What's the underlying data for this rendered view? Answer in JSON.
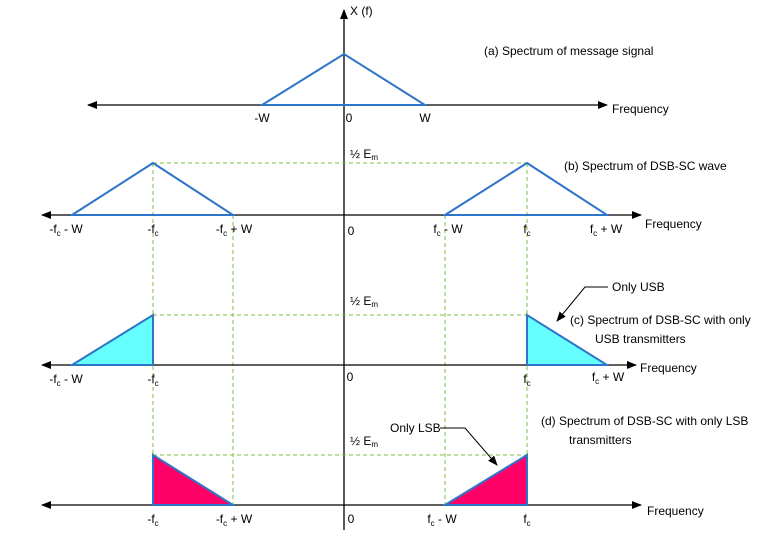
{
  "y_axis_label": "X (f)",
  "panels": {
    "a": {
      "caption": "(a)  Spectrum of message signal",
      "freq_label": "Frequency",
      "ticks": {
        "neg_w": "-W",
        "zero": "0",
        "w": "W"
      }
    },
    "b": {
      "caption": "(b)  Spectrum of DSB-SC wave",
      "freq_label": "Frequency",
      "amp_label": "½ E",
      "amp_sub": "m",
      "ticks": {
        "neg_fc_minus_w": {
          "pre": "-f",
          "sub": "c",
          "post": " - W"
        },
        "neg_fc": {
          "pre": "-f",
          "sub": "c",
          "post": ""
        },
        "neg_fc_plus_w": {
          "pre": "-f",
          "sub": "c",
          "post": " + W"
        },
        "zero": "0",
        "fc_minus_w": {
          "pre": "f",
          "sub": "c",
          "post": " - W"
        },
        "fc": {
          "pre": "f",
          "sub": "c",
          "post": ""
        },
        "fc_plus_w": {
          "pre": "f",
          "sub": "c",
          "post": " + W"
        }
      }
    },
    "c": {
      "caption_line1": "(c)  Spectrum of DSB-SC with only",
      "caption_line2": "USB transmitters",
      "callout": "Only USB",
      "freq_label": "Frequency",
      "amp_label": "½ E",
      "amp_sub": "m",
      "ticks": {
        "neg_fc_minus_w": {
          "pre": "-f",
          "sub": "c",
          "post": " - W"
        },
        "neg_fc": {
          "pre": "-f",
          "sub": "c",
          "post": ""
        },
        "zero": "0",
        "fc": {
          "pre": "f",
          "sub": "c",
          "post": ""
        },
        "fc_plus_w": {
          "pre": "f",
          "sub": "c",
          "post": " + W"
        }
      }
    },
    "d": {
      "caption_line1": "(d)  Spectrum of DSB-SC with only LSB",
      "caption_line2": "transmitters",
      "callout": "Only LSB",
      "freq_label": "Frequency",
      "amp_label": "½ E",
      "amp_sub": "m",
      "ticks": {
        "neg_fc": {
          "pre": "-f",
          "sub": "c",
          "post": ""
        },
        "neg_fc_plus_w": {
          "pre": "-f",
          "sub": "c",
          "post": " + W"
        },
        "zero": "0",
        "fc_minus_w": {
          "pre": "f",
          "sub": "c",
          "post": " - W"
        },
        "fc": {
          "pre": "f",
          "sub": "c",
          "post": ""
        }
      }
    }
  },
  "colors": {
    "triangle_stroke": "#2e74c8",
    "usb_fill": "#66ffff",
    "lsb_fill": "#ff0066",
    "guide_lines": "#7dc242",
    "axes": "#000000"
  }
}
